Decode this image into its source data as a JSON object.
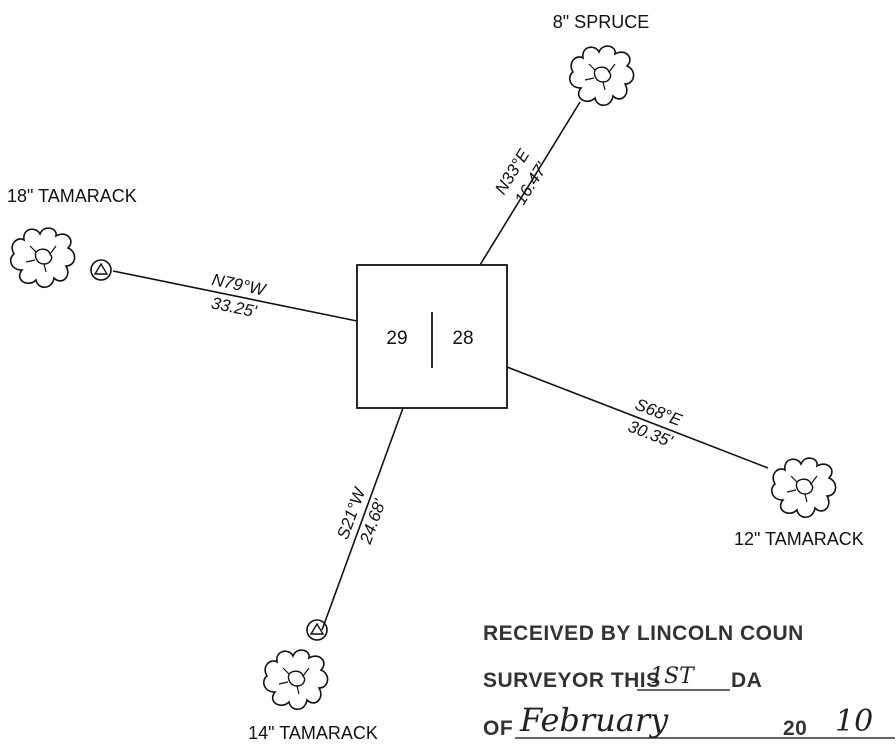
{
  "trees": {
    "spruce_8": "8\" SPRUCE",
    "tamarack_18": "18\" TAMARACK",
    "tamarack_12": "12\" TAMARACK",
    "tamarack_14": "14\" TAMARACK"
  },
  "bearings": {
    "ne": {
      "bearing": "N33°E",
      "distance": "16.47'"
    },
    "w": {
      "bearing": "N79°W",
      "distance": "33.25'"
    },
    "se": {
      "bearing": "S68°E",
      "distance": "30.35'"
    },
    "sw": {
      "bearing": "S21°W",
      "distance": "24.68'"
    }
  },
  "corner": {
    "left_section": "29",
    "right_section": "28"
  },
  "stamp": {
    "line1": "RECEIVED BY LINCOLN COUN",
    "line2_prefix": "SURVEYOR THIS",
    "day_handwritten": "1ST",
    "line2_suffix": "DA",
    "line3_prefix": "OF",
    "month_handwritten": "February",
    "year_prefix": "20",
    "year_handwritten": "10"
  },
  "colors": {
    "ink": "#111111",
    "stamp": "#333333"
  }
}
